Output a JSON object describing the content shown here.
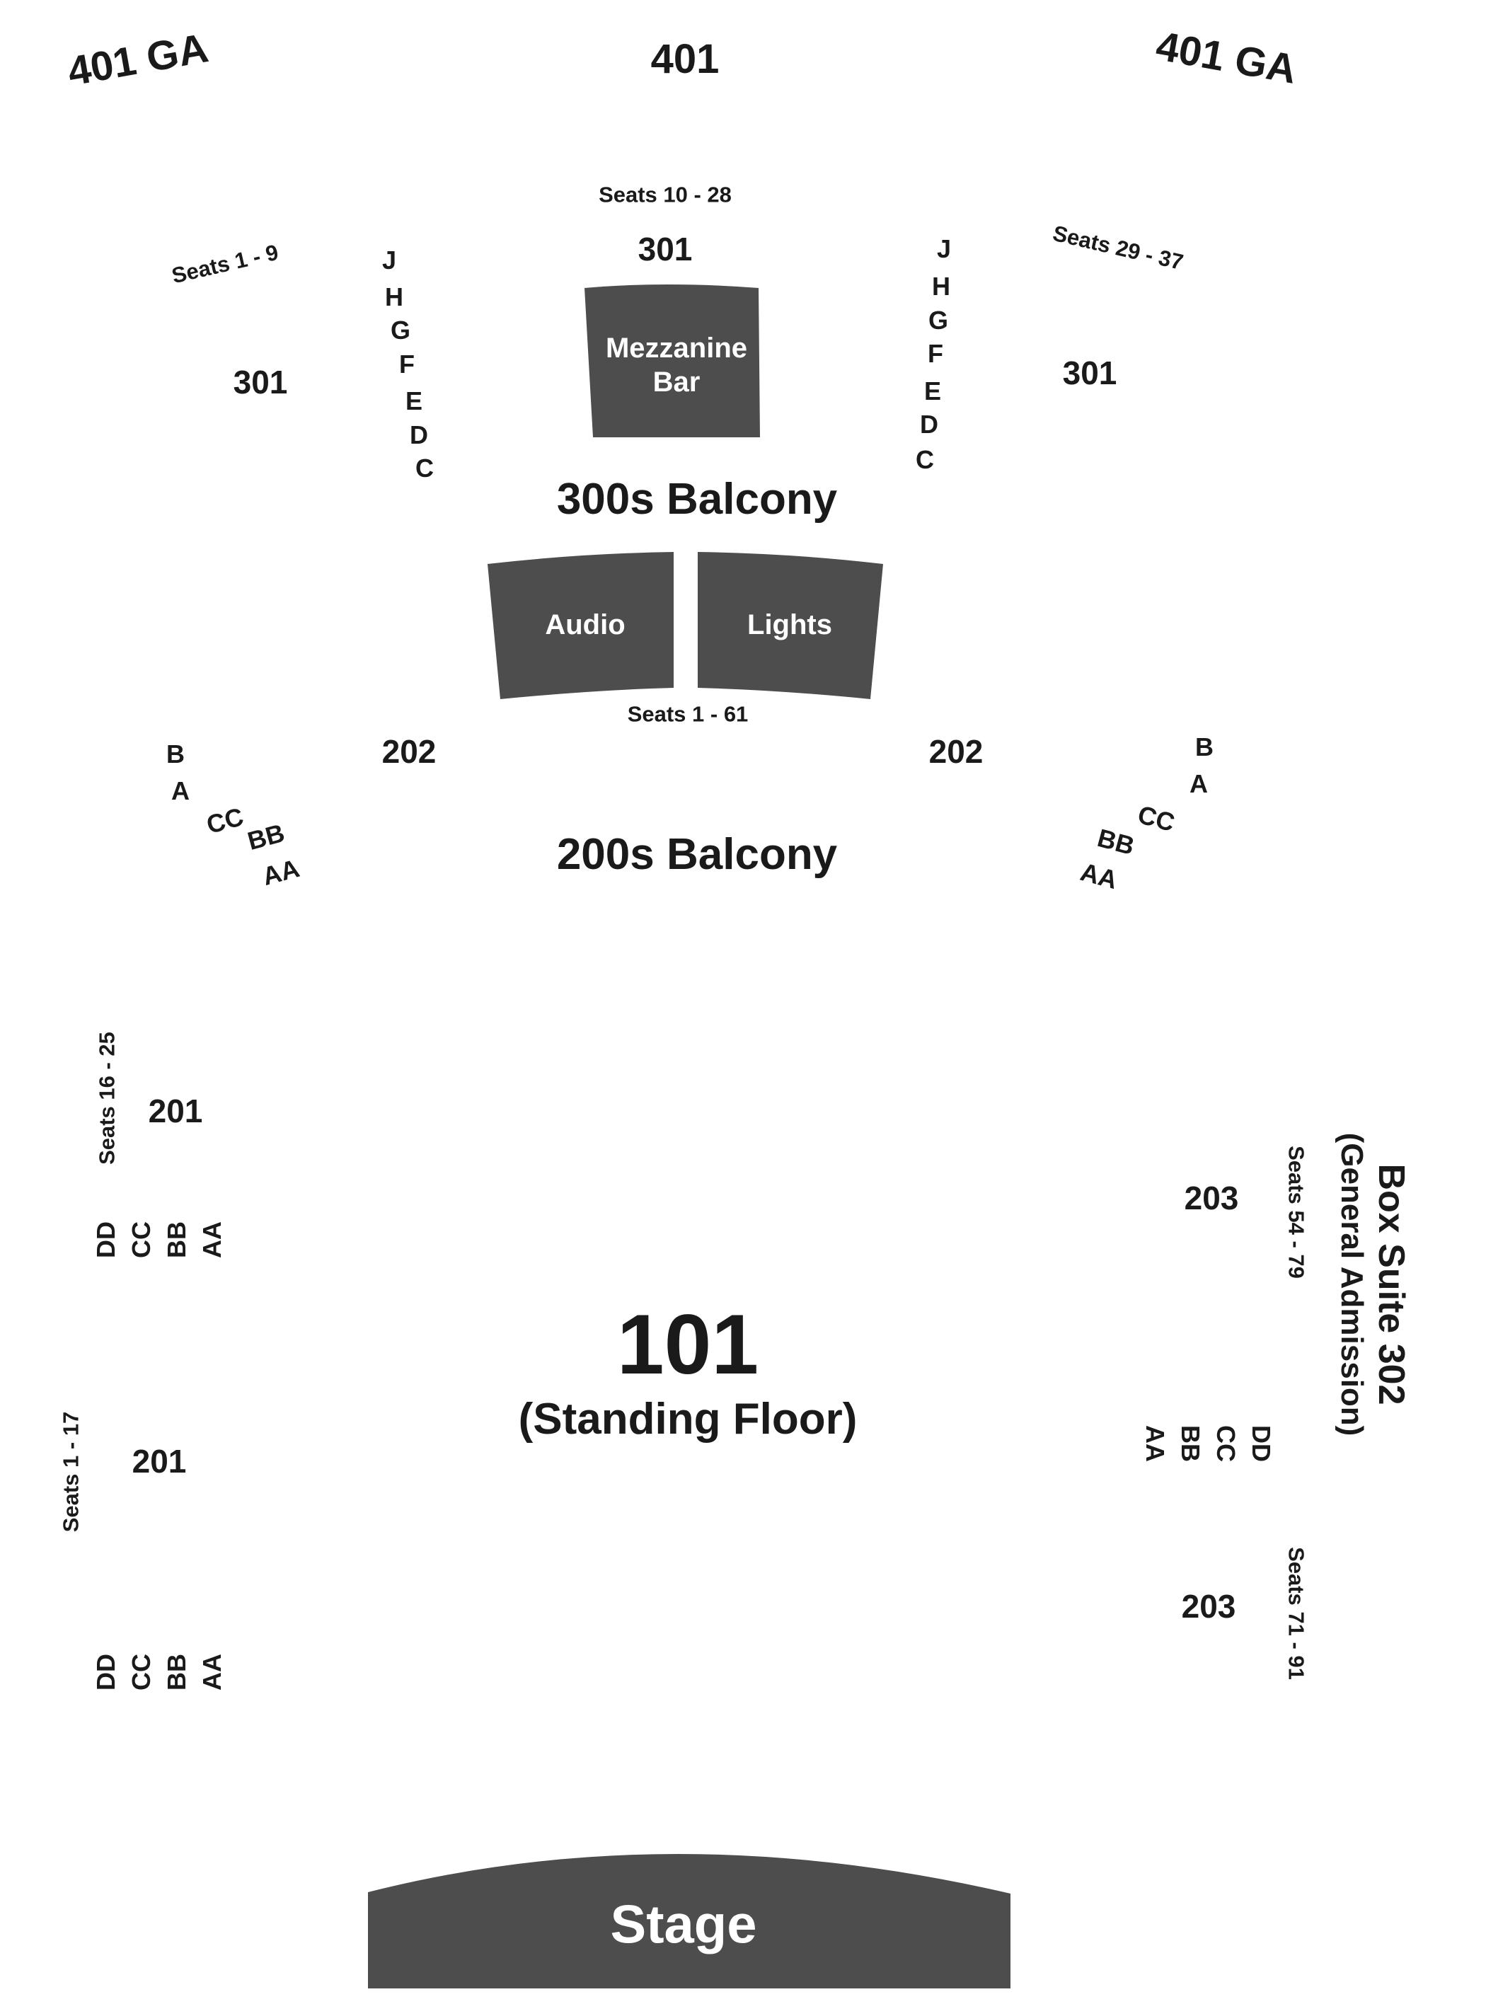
{
  "colors": {
    "fill": "#4d4d4d",
    "text": "#1a1a1a",
    "on_fill": "#ffffff"
  },
  "top": {
    "ga_left": "401 GA",
    "center": "401",
    "ga_right": "401 GA"
  },
  "balcony300": {
    "title": "300s Balcony",
    "seats_center": "Seats 10 - 28",
    "seats_left": "Seats 1 - 9",
    "seats_right": "Seats 29 - 37",
    "section_center": "301",
    "section_left": "301",
    "section_right": "301",
    "rows": [
      "J",
      "H",
      "G",
      "F",
      "E",
      "D",
      "C"
    ]
  },
  "mezzanine_bar": {
    "line1": "Mezzanine",
    "line2": "Bar"
  },
  "booths": {
    "audio": "Audio",
    "lights": "Lights"
  },
  "balcony200": {
    "title": "200s Balcony",
    "seats": "Seats 1 - 61",
    "section_left": "202",
    "section_right": "202",
    "rows": [
      "B",
      "A",
      "CC",
      "BB",
      "AA"
    ]
  },
  "left_side": {
    "seats_upper": "Seats 16 - 25",
    "seats_lower": "Seats 1 - 17",
    "section_upper": "201",
    "section_lower": "201",
    "rows": [
      "DD",
      "CC",
      "BB",
      "AA"
    ]
  },
  "right_side": {
    "seats_upper": "Seats 54 - 79",
    "seats_lower": "Seats 71 - 91",
    "section_upper": "203",
    "section_lower": "203",
    "rows": [
      "DD",
      "CC",
      "BB",
      "AA"
    ]
  },
  "box_suite": {
    "title": "Box Suite 302",
    "subtitle": "(General Admission)"
  },
  "floor": {
    "number": "101",
    "label": "(Standing Floor)"
  },
  "stage": {
    "label": "Stage"
  }
}
